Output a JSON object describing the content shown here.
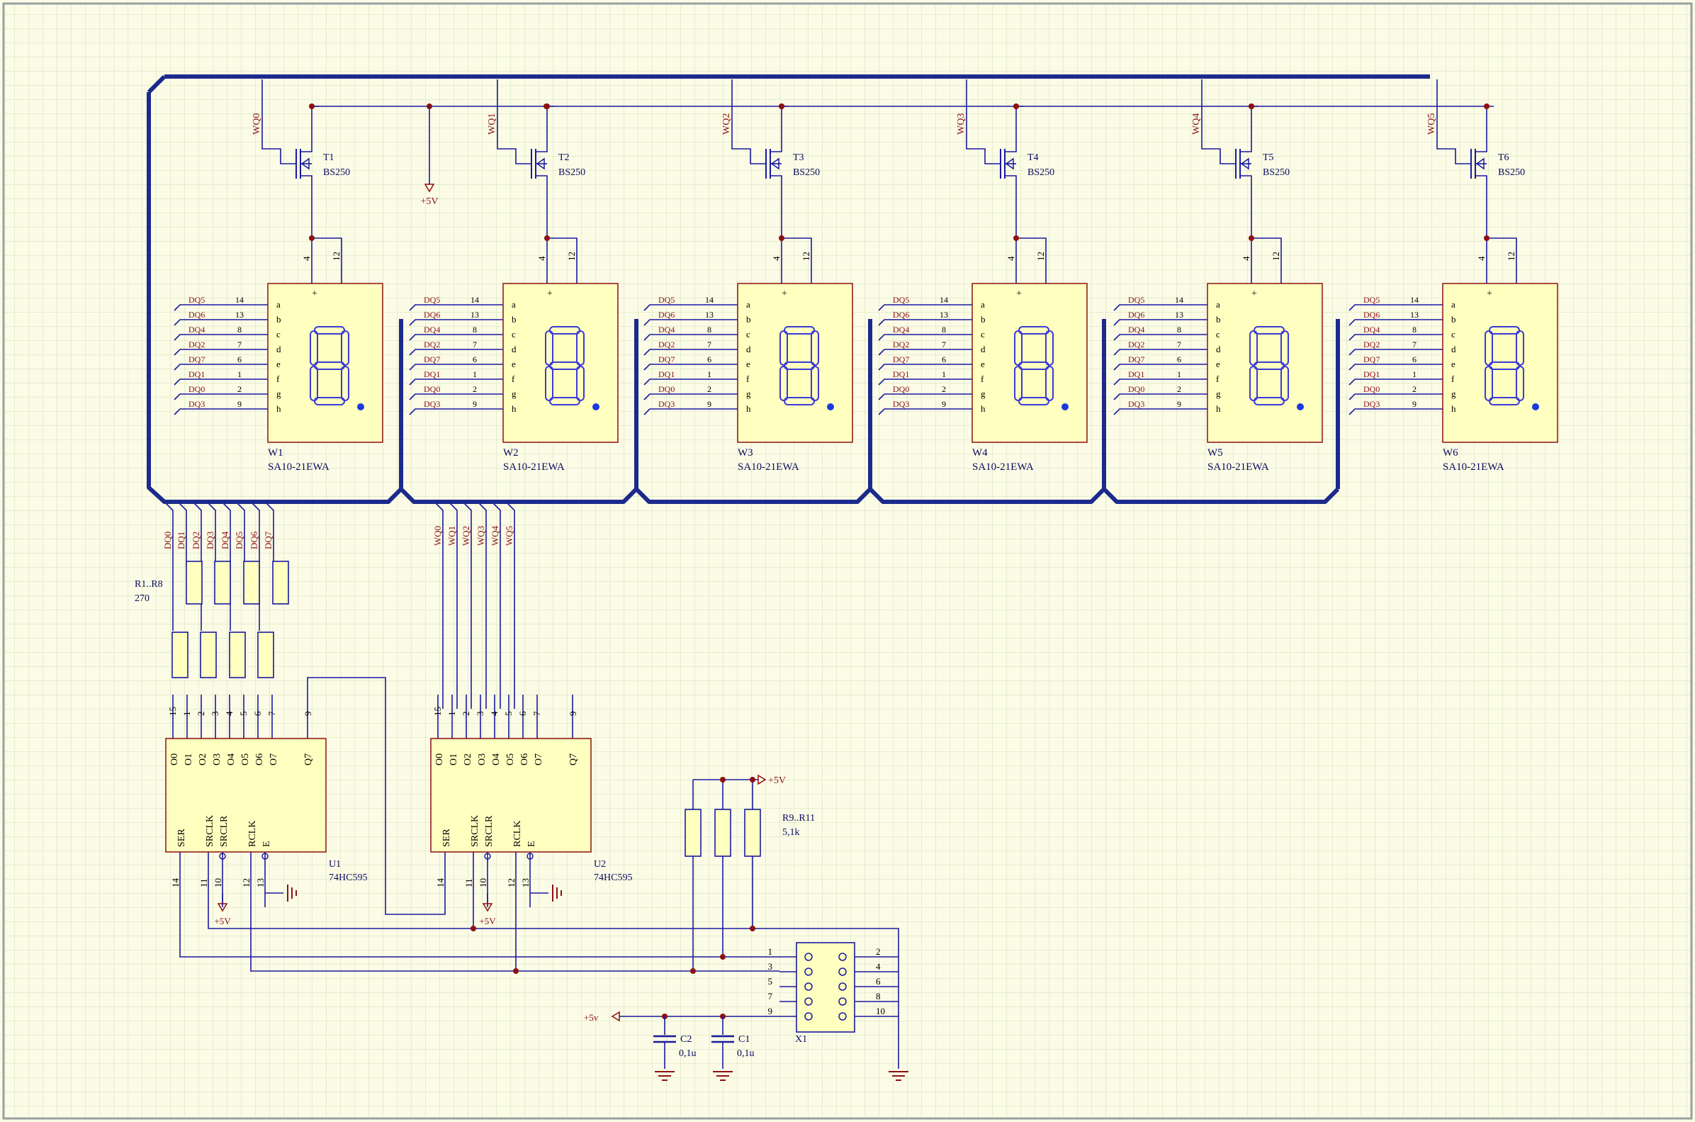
{
  "colors": {
    "paper": "#fbfbe6",
    "grid": "#cfe0b8",
    "wire": "#1a1aa0",
    "bus": "#1c2a8c",
    "net_label": "#8c1010",
    "power": "#8c1010",
    "pin_text": "#000000",
    "part_text": "#0a0a60",
    "body_fill": "#ffffc0",
    "body_stroke": "#8c1010",
    "segment": "#3a3ad8",
    "junction": "#8c1010"
  },
  "displays": [
    {
      "designator": "W1",
      "part": "SA10-21EWA"
    },
    {
      "designator": "W2",
      "part": "SA10-21EWA"
    },
    {
      "designator": "W3",
      "part": "SA10-21EWA"
    },
    {
      "designator": "W4",
      "part": "SA10-21EWA"
    },
    {
      "designator": "W5",
      "part": "SA10-21EWA"
    },
    {
      "designator": "W6",
      "part": "SA10-21EWA"
    }
  ],
  "display_pins": {
    "common_pins": [
      "4",
      "12"
    ],
    "plus": "+",
    "segments": [
      "a",
      "b",
      "c",
      "d",
      "e",
      "f",
      "g",
      "h"
    ],
    "pin_numbers": [
      "14",
      "13",
      "8",
      "7",
      "6",
      "1",
      "2",
      "9"
    ],
    "nets": [
      "DQ5",
      "DQ6",
      "DQ4",
      "DQ2",
      "DQ7",
      "DQ1",
      "DQ0",
      "DQ3"
    ]
  },
  "transistors": [
    {
      "designator": "T1",
      "part": "BS250",
      "net": "WQ0"
    },
    {
      "designator": "T2",
      "part": "BS250",
      "net": "WQ1"
    },
    {
      "designator": "T3",
      "part": "BS250",
      "net": "WQ2"
    },
    {
      "designator": "T4",
      "part": "BS250",
      "net": "WQ3"
    },
    {
      "designator": "T5",
      "part": "BS250",
      "net": "WQ4"
    },
    {
      "designator": "T6",
      "part": "BS250",
      "net": "WQ5"
    }
  ],
  "power_label": "+5V",
  "power_label_lower": "+5v",
  "dq_nets": [
    "DQ0",
    "DQ1",
    "DQ2",
    "DQ3",
    "DQ4",
    "DQ5",
    "DQ6",
    "DQ7"
  ],
  "wq_nets": [
    "WQ0",
    "WQ1",
    "WQ2",
    "WQ3",
    "WQ4",
    "WQ5"
  ],
  "resistors_top": {
    "designator": "R1..R8",
    "value": "270"
  },
  "resistors_right": {
    "designator": "R9..R11",
    "value": "5,1k"
  },
  "shift_registers": [
    {
      "designator": "U1",
      "part": "74HC595"
    },
    {
      "designator": "U2",
      "part": "74HC595"
    }
  ],
  "sr_top_pins": {
    "outputs": [
      "O0",
      "O1",
      "O2",
      "O3",
      "O4",
      "O5",
      "O6",
      "O7"
    ],
    "numbers": [
      "15",
      "1",
      "2",
      "3",
      "4",
      "5",
      "6",
      "7"
    ],
    "q7_label": "Q7",
    "q7_number": "9"
  },
  "sr_bottom_pins": {
    "labels": [
      "SER",
      "SRCLK",
      "SRCLR",
      "RCLK",
      "E"
    ],
    "numbers": [
      "14",
      "11",
      "10",
      "12",
      "13"
    ]
  },
  "capacitors": [
    {
      "designator": "C2",
      "value": "0,1u"
    },
    {
      "designator": "C1",
      "value": "0,1u"
    }
  ],
  "connector": {
    "designator": "X1",
    "left_pins": [
      "1",
      "3",
      "5",
      "7",
      "9"
    ],
    "right_pins": [
      "2",
      "4",
      "6",
      "8",
      "10"
    ]
  }
}
